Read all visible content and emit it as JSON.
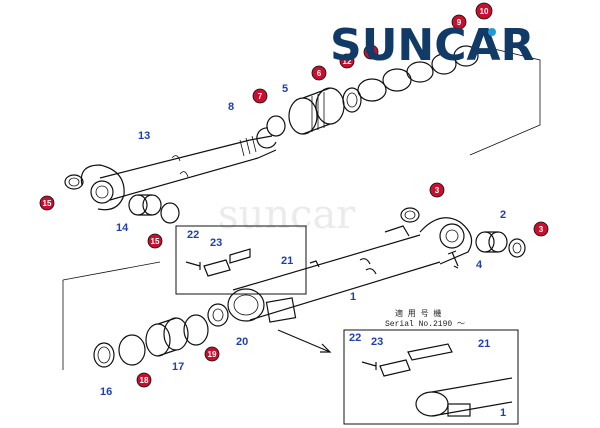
{
  "brand": {
    "logo_text": "SUNCAR",
    "watermark": "suncar"
  },
  "serial_note": {
    "line1": "適 用 号 機",
    "line2": "Serial No.2190 〜"
  },
  "labels": {
    "l1": "1",
    "l1b": "1",
    "l2": "2",
    "l3a": "3",
    "l3b": "3",
    "l4": "4",
    "l5": "5",
    "l6": "6",
    "l7": "7",
    "l8": "8",
    "l9": "9",
    "l10": "10",
    "l11": "11",
    "l12": "12",
    "l13": "13",
    "l14": "14",
    "l15a": "15",
    "l15b": "15",
    "l16": "16",
    "l17": "17",
    "l18": "18",
    "l19": "19",
    "l20": "20",
    "l21a": "21",
    "l21b": "21",
    "l22a": "22",
    "l22b": "22",
    "l23a": "23",
    "l23b": "23"
  },
  "colors": {
    "label_blue": "#1f3fb0",
    "callout_red": "#c8102e",
    "brand_navy": "#123a66",
    "brand_accent": "#1e9bd7"
  }
}
